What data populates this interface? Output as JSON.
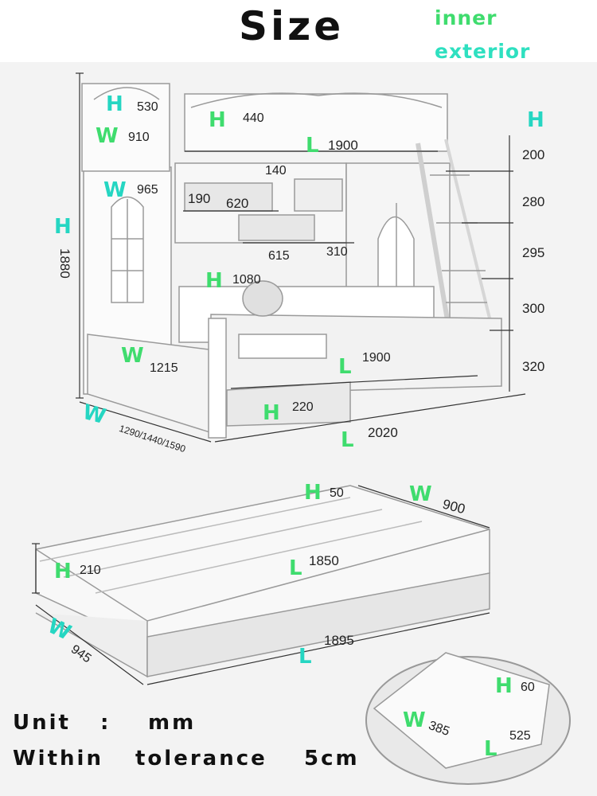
{
  "header": {
    "title": "Size"
  },
  "legend": {
    "inner": "inner",
    "exterior": "exterior"
  },
  "letters": {
    "H": "H",
    "W": "W",
    "L": "L"
  },
  "bunk": {
    "cabinet_h": "530",
    "cabinet_w": "910",
    "cabinet_w2": "965",
    "total_h": "1880",
    "upper_rail_h": "440",
    "upper_l": "1900",
    "shelf_top": "140",
    "shelf_190": "190",
    "shelf_620": "620",
    "shelf_615": "615",
    "shelf_310": "310",
    "lower_h": "1080",
    "lower_w": "1215",
    "lower_l": "1900",
    "trundle_gap_h": "220",
    "total_l": "2020",
    "total_w": "1290/1440/1590",
    "stairs": [
      "200",
      "280",
      "295",
      "300",
      "320"
    ]
  },
  "trundle": {
    "h": "50",
    "w": "900",
    "outer_h": "210",
    "l": "1850",
    "w2": "945",
    "l2": "1895"
  },
  "drawer": {
    "h": "60",
    "w": "385",
    "l": "525"
  },
  "footer": {
    "unit_label": "Unit",
    "colon": ":",
    "unit_value": "mm",
    "tolerance_label": "Within",
    "tolerance_word": "tolerance",
    "tolerance_value": "5cm"
  },
  "colors": {
    "inner": "#3fdc6e",
    "exterior": "#25d6c2",
    "background": "#f3f3f3"
  }
}
